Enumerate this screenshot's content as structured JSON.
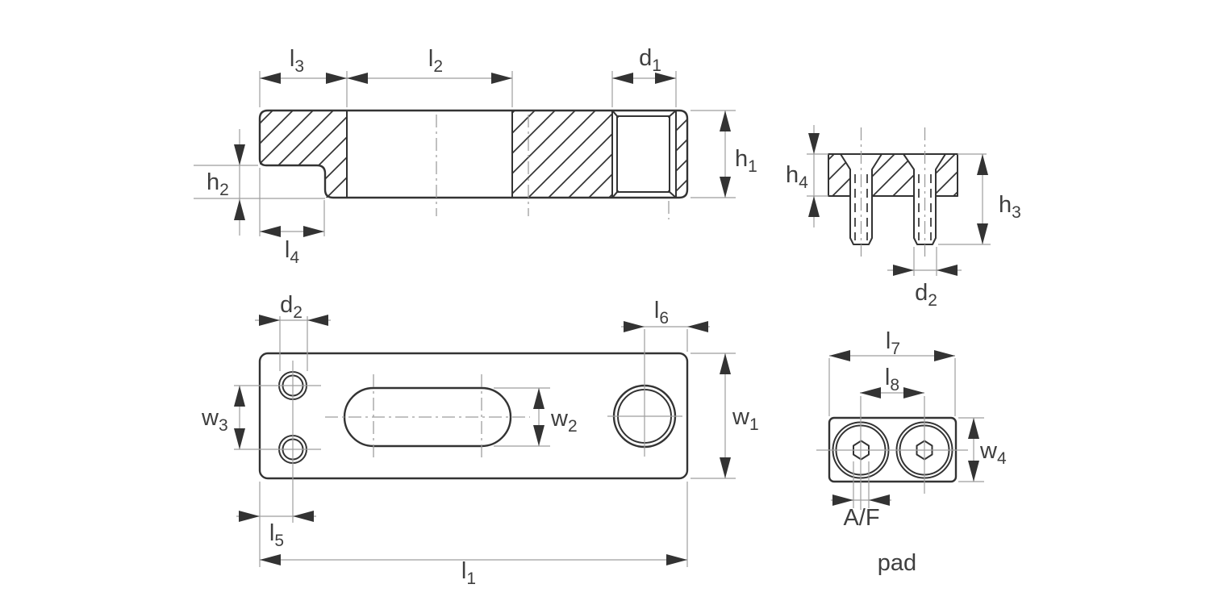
{
  "figure": {
    "caption": "pad",
    "description": "Engineering dimension drawing with four views: side section view of mounting block, pad side view with two countersunk screws, plate top view with slot and holes, pad bottom view with two hex-socket screw heads"
  },
  "views": {
    "side_section": "side-section-view",
    "pad_side": "pad-side-view",
    "plate_top": "plate-top-view",
    "pad_bottom": "pad-bottom-view"
  },
  "dims": {
    "l1": {
      "main": "l",
      "sub": "1"
    },
    "l2": {
      "main": "l",
      "sub": "2"
    },
    "l3": {
      "main": "l",
      "sub": "3"
    },
    "l4": {
      "main": "l",
      "sub": "4"
    },
    "l5": {
      "main": "l",
      "sub": "5"
    },
    "l6": {
      "main": "l",
      "sub": "6"
    },
    "l7": {
      "main": "l",
      "sub": "7"
    },
    "l8": {
      "main": "l",
      "sub": "8"
    },
    "d1": {
      "main": "d",
      "sub": "1"
    },
    "d2": {
      "main": "d",
      "sub": "2"
    },
    "h1": {
      "main": "h",
      "sub": "1"
    },
    "h2": {
      "main": "h",
      "sub": "2"
    },
    "h3": {
      "main": "h",
      "sub": "3"
    },
    "h4": {
      "main": "h",
      "sub": "4"
    },
    "w1": {
      "main": "w",
      "sub": "1"
    },
    "w2": {
      "main": "w",
      "sub": "2"
    },
    "w3": {
      "main": "w",
      "sub": "3"
    },
    "w4": {
      "main": "w",
      "sub": "4"
    },
    "af": {
      "main": "A/F",
      "sub": ""
    }
  },
  "colors": {
    "line": "#333333",
    "thin_line": "#9e9e9e",
    "text": "#3f3f3f",
    "background": "#ffffff"
  }
}
